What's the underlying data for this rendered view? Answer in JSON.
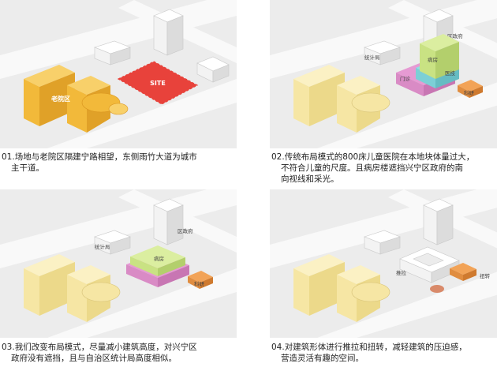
{
  "panels": [
    {
      "labels": {
        "old_campus": "老院区",
        "site": "SITE"
      },
      "caption": {
        "line1": "01.场地与老院区隔建宁路相望，东侧雨竹大道为城市",
        "line2": "主干道。"
      }
    },
    {
      "labels": {
        "stats_bureau": "统计局",
        "district_gov": "区政府",
        "ward": "病房",
        "medical_tech": "医技",
        "outpatient": "门诊",
        "research": "科研"
      },
      "caption": {
        "line1": "02.传统布局模式的800床儿童医院在本地块体量过大，",
        "line2": "不符合儿童的尺度。且病房楼遮挡兴宁区政府的南",
        "line3": "向视线和采光。"
      }
    },
    {
      "labels": {
        "stats_bureau": "统计局",
        "district_gov": "区政府",
        "ward": "病房",
        "research": "科研"
      },
      "caption": {
        "line1": "03.我们改变布局模式，尽量减小建筑高度，对兴宁区",
        "line2": "政府没有遮挡，且与自治区统计局高度相似。"
      }
    },
    {
      "labels": {
        "push_pull": "推拉",
        "twist": "扭转"
      },
      "caption": {
        "line1": "04.对建筑形体进行推拉和扭转，减轻建筑的压迫感，",
        "line2": "营造灵活有趣的空间。"
      }
    }
  ],
  "colors": {
    "old_campus": "#f2b93a",
    "old_campus_pale": "#f6e6a4",
    "site_red": "#e8423b",
    "ward_green": "#c9e283",
    "medtech_cyan": "#8fe0e6",
    "outpatient_pink": "#e69ad3",
    "research_orange": "#f2a357",
    "arrow_red": "#d9392f",
    "road": "#dddddd",
    "block": "#ececec"
  }
}
